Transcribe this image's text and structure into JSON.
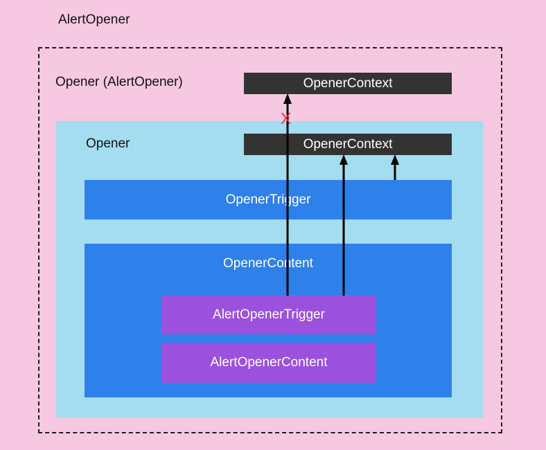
{
  "diagram": {
    "title": "AlertOpener",
    "background_color": "#f6c8e2",
    "outer_region": {
      "name": "AlertOpener boundary",
      "style": "dashed",
      "border_color": "#231a22"
    },
    "labels": {
      "opener_alert_opener": "Opener (AlertOpener)",
      "opener": "Opener"
    },
    "context_bars": [
      {
        "label": "OpenerContext",
        "scope": "Opener (AlertOpener)",
        "color": "#333333"
      },
      {
        "label": "OpenerContext",
        "scope": "Opener",
        "color": "#333333"
      }
    ],
    "panels": [
      {
        "label": "Opener",
        "color": "#a4dcf0"
      }
    ],
    "boxes": [
      {
        "label": "OpenerTrigger",
        "color": "#2e80ea"
      },
      {
        "label": "OpenerContent",
        "color": "#2e80ea"
      },
      {
        "label": "AlertOpenerTrigger",
        "color": "#9b51dd"
      },
      {
        "label": "AlertOpenerContent",
        "color": "#9b51dd"
      }
    ],
    "annotations": [
      {
        "symbol": "X",
        "meaning": "blocked-connection",
        "color": "#f0323c"
      }
    ],
    "arrows": [
      {
        "from": "AlertOpenerTrigger",
        "to": "OpenerContext (AlertOpener)",
        "blocked": true
      },
      {
        "from": "AlertOpenerTrigger",
        "to": "OpenerContext (Opener)",
        "blocked": false
      },
      {
        "from": "OpenerTrigger",
        "to": "OpenerContext (Opener)",
        "blocked": false
      }
    ]
  }
}
